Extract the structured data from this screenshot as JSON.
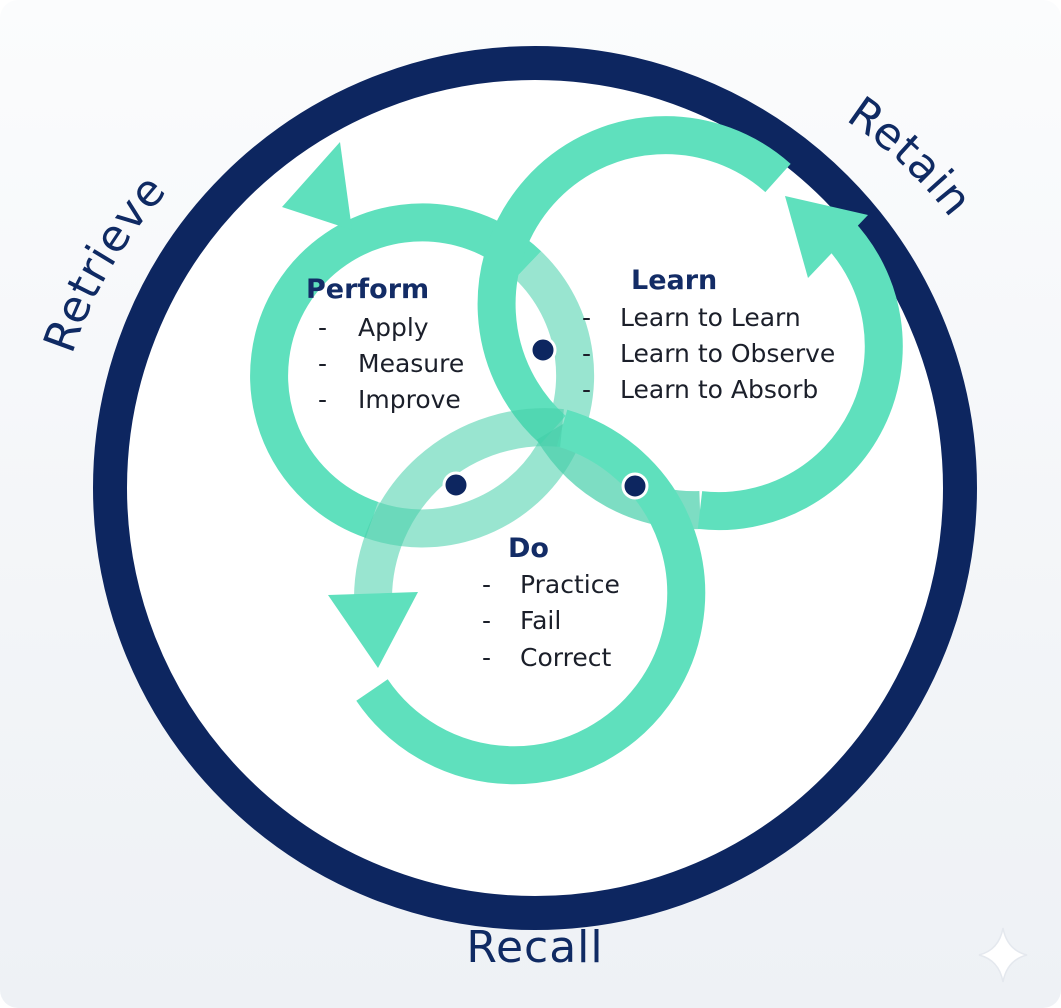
{
  "outer_labels": {
    "left": "Retrieve",
    "right": "Retain",
    "bottom": "Recall"
  },
  "loops": {
    "perform": {
      "title": "Perform",
      "items": [
        "Apply",
        "Measure",
        "Improve"
      ]
    },
    "learn": {
      "title": "Learn",
      "items": [
        "Learn to Learn",
        "Learn to Observe",
        "Learn to Absorb"
      ]
    },
    "do": {
      "title": "Do",
      "items": [
        "Practice",
        "Fail",
        "Correct"
      ]
    }
  },
  "list_marker": "-",
  "colors": {
    "ring": "#0d2660",
    "arrow": "#5fe0bd",
    "arrow_dark": "#3cc09f",
    "node": "#0d2660",
    "heading": "#132c66",
    "text": "#1b1f2a"
  },
  "icons": {
    "corner": "sparkle-icon"
  }
}
